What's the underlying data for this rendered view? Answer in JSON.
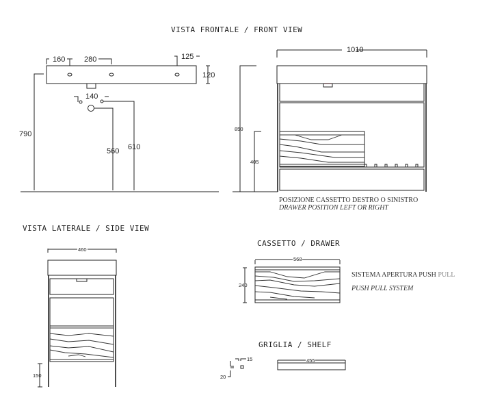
{
  "titles": {
    "front_view": "VISTA FRONTALE / FRONT VIEW",
    "side_view": "VISTA LATERALE / SIDE VIEW",
    "drawer": "CASSETTO / DRAWER",
    "shelf": "GRIGLIA / SHELF"
  },
  "front_basin_dims": {
    "d160": "160",
    "d280": "280",
    "d125": "125",
    "d120": "120",
    "d140": "140",
    "d790": "790",
    "d560": "560",
    "d610": "610"
  },
  "front_cabinet_dims": {
    "width": "1010",
    "height": "850",
    "drawer_height": "405"
  },
  "notes": {
    "position_it": "POSIZIONE CASSETTO DESTRO O SINISTRO",
    "position_en": "DRAWER POSITION LEFT OR RIGHT",
    "system_it_a": "SISTEMA APERTURA PUSH",
    "system_it_b": "PULL",
    "system_en": "PUSH PULL SYSTEM"
  },
  "side_dims": {
    "width": "460",
    "leg": "150"
  },
  "drawer_dims": {
    "width": "568",
    "height": "240"
  },
  "shelf_dims": {
    "width": "455",
    "d15": "15",
    "d20": "20"
  },
  "colors": {
    "line": "#222222",
    "handle_accent": "#e03040"
  }
}
